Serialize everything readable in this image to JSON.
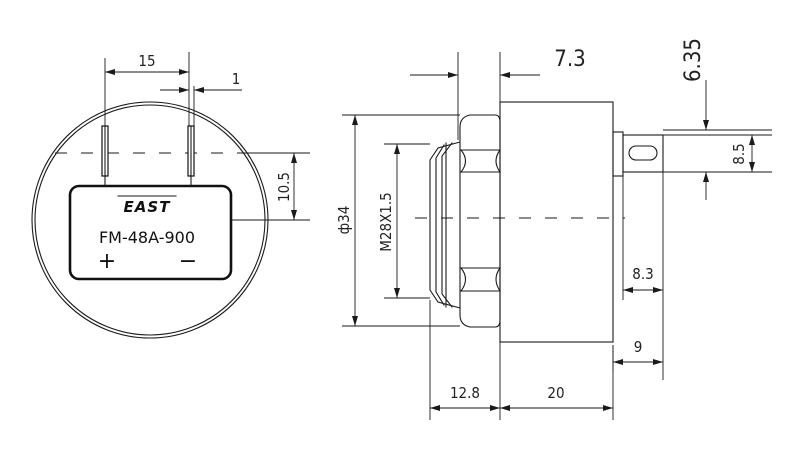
{
  "front_view": {
    "brand": "EAST",
    "model": "FM-48A-900",
    "plus_sign": "+",
    "minus_sign": "−",
    "dim_pin_spacing": "15",
    "dim_pin_width": "1",
    "dim_pin_height": "10.5"
  },
  "side_view": {
    "dim_thread": "M28X1.5",
    "dim_diameter": "ф34",
    "dim_hex_length": "12.8",
    "dim_body_length": "20",
    "dim_thread_length": "7.3",
    "dim_terminal_width": "6.35",
    "dim_terminal_offset": "8.5",
    "dim_terminal_length": "8.3",
    "dim_terminal_total": "9"
  }
}
